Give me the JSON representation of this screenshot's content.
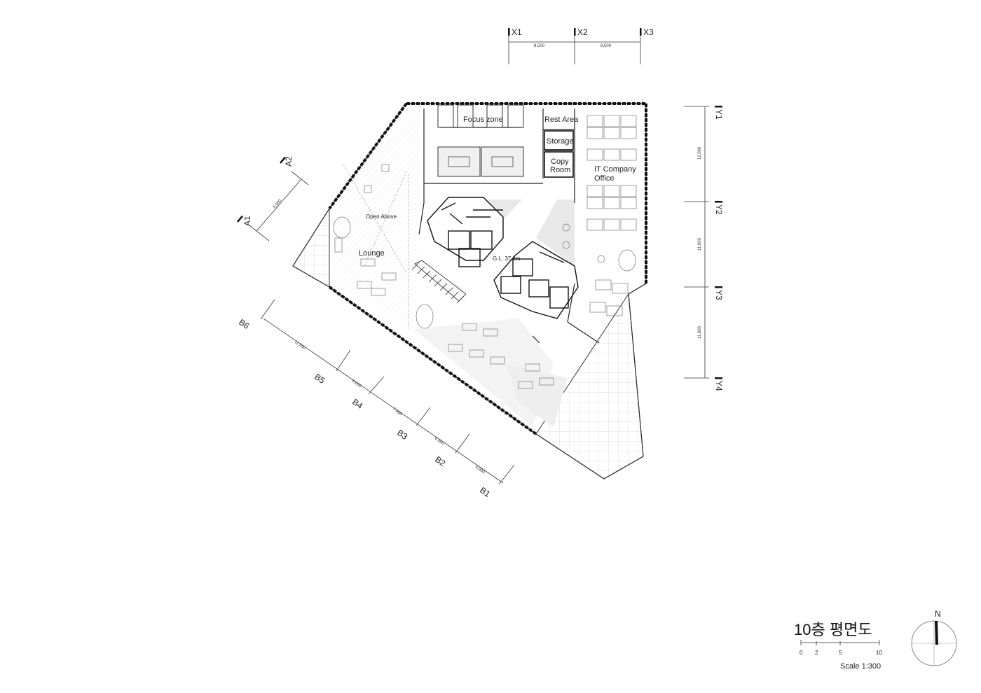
{
  "title": "10층 평면도",
  "scale_label": "Scale 1:300",
  "scale_ticks": [
    "0",
    "2",
    "5",
    "10"
  ],
  "north": "N",
  "grid_x": [
    "X1",
    "X2",
    "X3"
  ],
  "grid_y": [
    "Y1",
    "Y2",
    "Y3",
    "Y4"
  ],
  "grid_a": [
    "A1",
    "A2"
  ],
  "grid_b": [
    "B6",
    "B5",
    "B4",
    "B3",
    "B2",
    "B1"
  ],
  "dims": {
    "x": [
      "8,500",
      "8,500"
    ],
    "y": [
      "12,000",
      "11,000",
      "11,600"
    ],
    "a": [
      "9,000"
    ],
    "b": [
      "11,500",
      "6,000",
      "7,000",
      "6,000",
      "6,900"
    ]
  },
  "rooms": {
    "focus_zone": "Focus zone",
    "rest_area": "Rest Area",
    "storage": "Storage",
    "copy_room_1": "Copy",
    "copy_room_2": "Room",
    "it_office_1": "IT Company",
    "it_office_2": "Office",
    "open_above": "Open Above",
    "lounge": "Lounge",
    "gl": "G.L. 37.8m"
  }
}
